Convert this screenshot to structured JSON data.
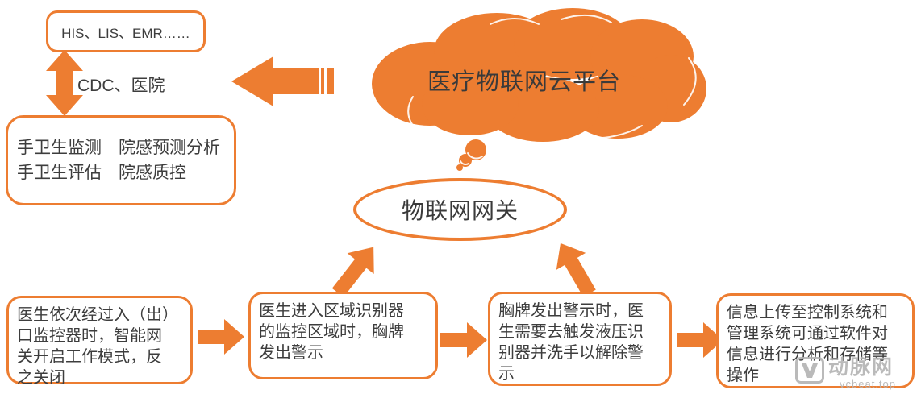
{
  "palette": {
    "accent_orange": "#ED7D31",
    "text_dark": "#3d3d3d",
    "watermark_gray": "#b2b2b2"
  },
  "top_left": {
    "systems_label": "HIS、LIS、EMR……",
    "exchange_label": "CDC、医院",
    "capabilities_lines": [
      "手卫生监测　院感预测分析",
      "手卫生评估　院感质控"
    ]
  },
  "cloud": {
    "label": "医疗物联网云平台"
  },
  "gateway": {
    "label": "物联网网关"
  },
  "steps": [
    {
      "lines": [
        "医生依次经过入（出）",
        "口监控器时，智能网",
        "关开启工作模式，反",
        "之关闭"
      ]
    },
    {
      "lines": [
        "医生进入区域识别器",
        "的监控区域时，胸牌",
        "发出警示"
      ]
    },
    {
      "lines": [
        "胸牌发出警示时，医",
        "生需要去触发液压识",
        "别器并洗手以解除警",
        "示"
      ]
    },
    {
      "lines": [
        "信息上传至控制系统和",
        "管理系统可通过软件对",
        "信息进行分析和存储等",
        "操作"
      ]
    }
  ],
  "watermark": {
    "brand": "动脉网",
    "site": "vcbeat.top"
  },
  "icons": {
    "bidirectional-arrow-icon": "orange vertical double-headed block arrow",
    "cloud-to-left-arrow-icon": "orange striped left-pointing block arrow",
    "step-arrow-icon": "orange right-pointing block arrow",
    "gateway-up-arrow-icon": "orange diagonal block arrow pointing to gateway",
    "thought-cloud-icon": "orange thought-bubble cloud with trailing circles",
    "vcbeat-logo-icon": "gray rounded badge with V glyph"
  }
}
